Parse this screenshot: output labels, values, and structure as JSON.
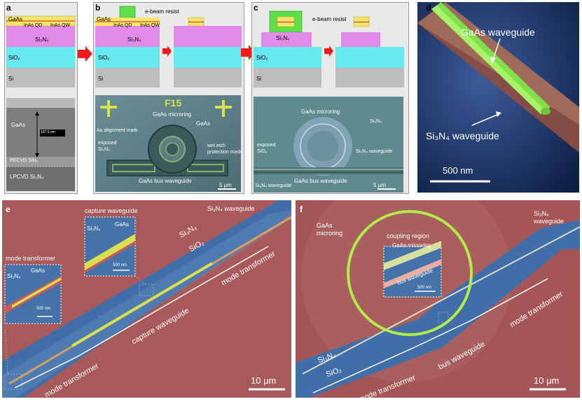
{
  "panels": {
    "a": {
      "letter": "a",
      "gaas": "GaAs",
      "qd": "InAs QD",
      "qw": "InAs QW",
      "si3n4": "Si₃N₄",
      "sio2": "SiO₂",
      "si": "Si",
      "sem_gaas": "GaAs",
      "scale": "197.5 nm",
      "pecvd": "PECVD SiNₓ",
      "lpcvd": "LPCVD Si₃N₄"
    },
    "b": {
      "letter": "b",
      "resist": "e-beam resist",
      "gaas": "GaAs",
      "qd": "InAs QD",
      "qw": "InAs QW",
      "si3n4": "Si₃N₄",
      "sio2": "SiO₂",
      "si": "Si",
      "f15": "F15",
      "microring": "GaAs microring",
      "gaas_region": "GaAs",
      "au_mark": "Au alignment mark",
      "exposed": "exposed Si₃N₄",
      "wet_etch": "wet etch protection mask",
      "bus": "GaAs bus waveguide",
      "scale": "5 μm"
    },
    "c": {
      "letter": "c",
      "resist": "e-beam resist",
      "si3n4": "Si₃N₄",
      "sio2": "SiO₂",
      "si": "Si",
      "microring": "GaAs microring",
      "si3n4_region": "Si₃N₄",
      "exposed": "exposed SiO₂",
      "sin_wg_right": "Si₃N₄ waveguide",
      "sin_wg_left": "Si₃N₄ waveguide",
      "bus": "GaAs bus waveguide",
      "scale": "5 μm"
    },
    "d": {
      "letter": "d",
      "gaas_wg": "GaAs waveguide",
      "sin_wg": "Si₃N₄ waveguide",
      "scale": "500 nm"
    },
    "e": {
      "letter": "e",
      "sin_wg": "Si₃N₄ waveguide",
      "capture_wg_title": "capture waveguide",
      "inset1_si3n4": "Si₃N₄",
      "inset1_gaas": "GaAs",
      "inset1_scale": "500 nm",
      "mode_transformer_title": "mode transformer",
      "inset2_si3n4": "Si₃N₄",
      "inset2_gaas": "GaAs",
      "inset2_scale": "500 nm",
      "si3n4": "Si₃N₄",
      "sio2": "SiO₂",
      "mode_transformer_upper": "mode transformer",
      "capture_wg": "capture waveguide",
      "mode_transformer_lower": "mode transformer",
      "scale": "10 μm"
    },
    "f": {
      "letter": "f",
      "gaas_microring": "GaAs microring",
      "coupling_region": "coupling region",
      "inset_microring": "GaAs microring",
      "inset_bus": "bus waveguide",
      "inset_scale": "500 nm",
      "sin_wg": "Si₃N₄ waveguide",
      "si3n4": "Si₃N₄",
      "sio2": "SiO₂",
      "mode_transformer_upper": "mode transformer",
      "bus_wg": "bus waveguide",
      "mode_transformer_lower": "mode transformer",
      "scale": "10 μm"
    }
  },
  "colors": {
    "gaas_layer": "#f5e66a",
    "si3n4_layer": "#e28ae8",
    "sio2_layer": "#66e8ef",
    "si_layer": "#bdbdbd",
    "resist": "#5ee04a",
    "arrow_red": "#ee1c1c",
    "sem_red": "#a85a5a",
    "sem_blue": "#3f6ea9",
    "wg_green": "#7fe04a"
  }
}
